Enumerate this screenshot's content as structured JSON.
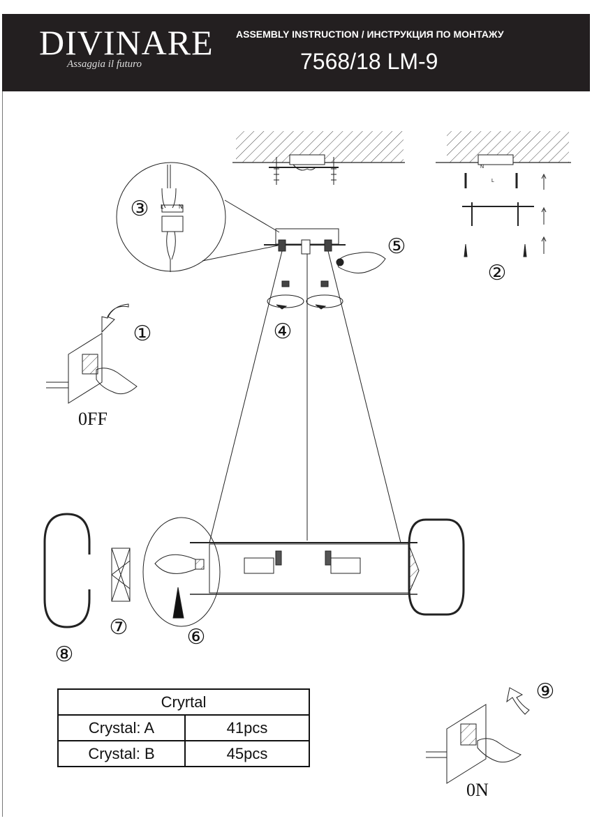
{
  "header": {
    "brand": "DIVINARE",
    "tagline": "Assaggia il futuro",
    "subtitle": "ASSEMBLY INSTRUCTION / ИНСТРУКЦИЯ ПО МОНТАЖУ",
    "model": "7568/18 LM-9",
    "colors": {
      "background": "#231f20",
      "text": "#ffffff"
    }
  },
  "steps": [
    "①",
    "②",
    "③",
    "④",
    "⑤",
    "⑥",
    "⑦",
    "⑧",
    "⑨"
  ],
  "switch_labels": {
    "off": "0FF",
    "on": "0N"
  },
  "terminal_labels": {
    "l": "L",
    "n": "N",
    "ceiling_n": "N",
    "ceiling_l": "L"
  },
  "crystal_table": {
    "title": "Cryrtal",
    "rows": [
      {
        "name": "Crystal: A",
        "count": "41pcs"
      },
      {
        "name": "Crystal: B",
        "count": "45pcs"
      }
    ]
  }
}
